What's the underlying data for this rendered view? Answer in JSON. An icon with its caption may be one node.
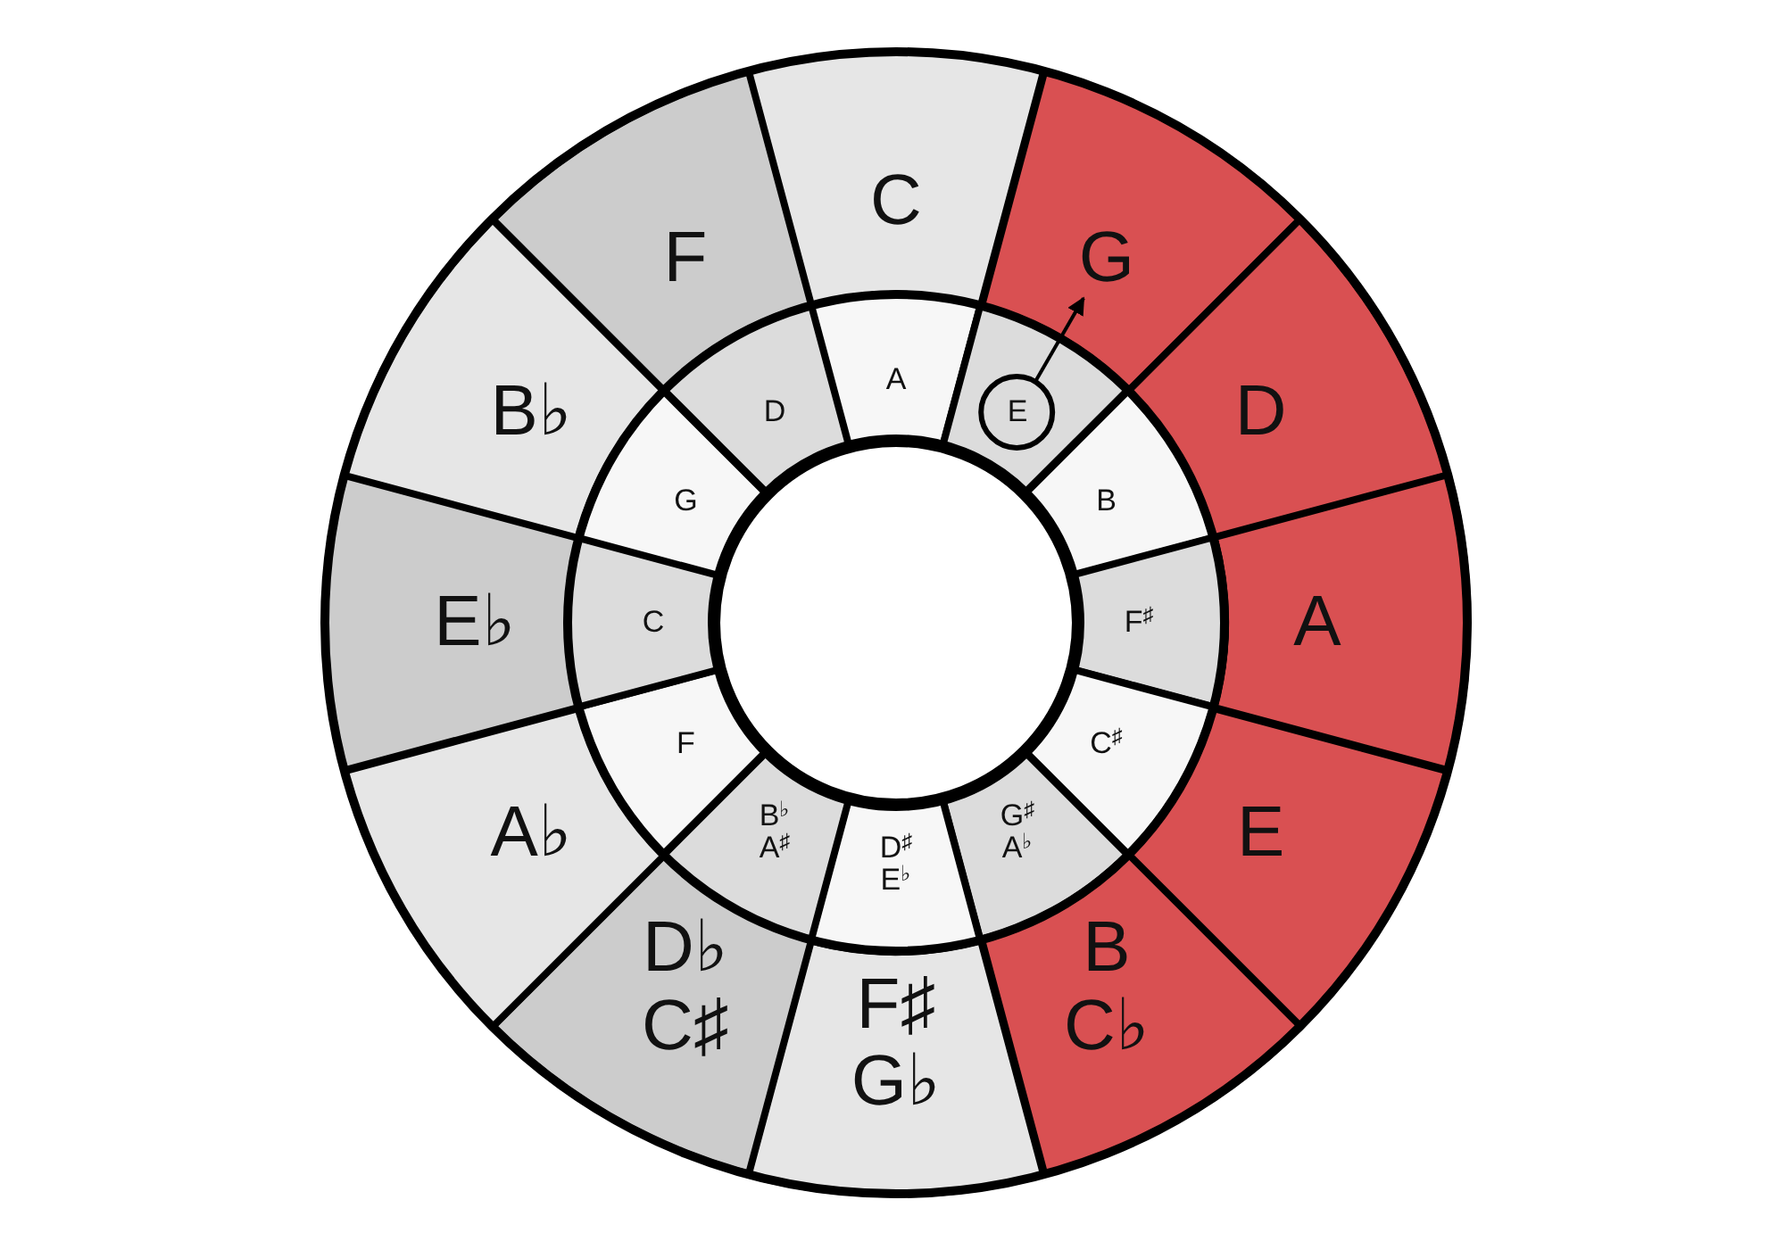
{
  "diagram": {
    "nodes": [
      {
        "text": [
          "C"
        ]
      },
      {
        "text": [
          "G"
        ]
      },
      {
        "text": [
          "D"
        ]
      },
      {
        "text": [
          "A"
        ]
      },
      {
        "text": [
          "E"
        ]
      },
      {
        "text": [
          "B C♭"
        ]
      },
      {
        "text": [
          "F♯ G♭"
        ]
      },
      {
        "text": [
          "D♭ C♯"
        ]
      },
      {
        "text": [
          "A♭"
        ]
      },
      {
        "text": [
          "E♭"
        ]
      },
      {
        "text": [
          "B♭"
        ]
      },
      {
        "text": [
          "F"
        ]
      },
      {
        "text": [
          "A"
        ]
      },
      {
        "text": [
          "E"
        ]
      },
      {
        "text": [
          "B"
        ]
      },
      {
        "text": [
          "F$^{♯}$"
        ]
      },
      {
        "text": [
          "C$^{♯}$"
        ]
      },
      {
        "text": [
          "G$^{♯}$ A$^{♭}$"
        ]
      },
      {
        "text": [
          "D$^{♯}$ E$^{♭}$"
        ]
      },
      {
        "text": [
          "B$^{♭}$ A$^{♯}$"
        ]
      },
      {
        "text": [
          "F"
        ]
      },
      {
        "text": [
          "C"
        ]
      },
      {
        "text": [
          "G"
        ]
      },
      {
        "text": [
          "D"
        ]
      },
      {
        "text": [],
        "shape": "circle"
      }
    ],
    "edges": [
      {
        "from": 13,
        "to": 1,
        "arrow": "to"
      }
    ]
  }
}
